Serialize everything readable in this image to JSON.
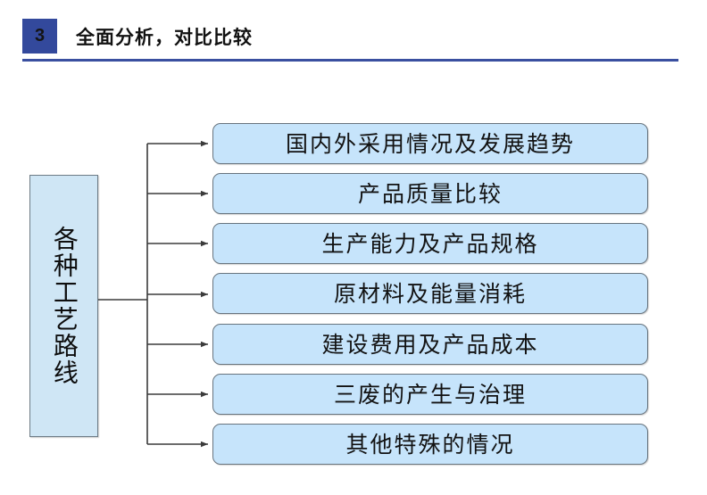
{
  "header": {
    "step_number": "3",
    "title": "全面分析，对比比较",
    "badge_color": "#33499C",
    "rule_color": "#3A4FA0"
  },
  "diagram": {
    "type": "tree-flowchart",
    "root": {
      "label": "各种工艺路线",
      "orientation": "vertical-text",
      "fill_color": "#CFE6F5",
      "border_color": "#6D7B85"
    },
    "branch_style": {
      "connector_color": "#3B3B3B",
      "arrowhead": "filled-triangle"
    },
    "leaf_fill_color": "#C6E4FB",
    "leaf_border_color": "#68747E",
    "leaves": [
      {
        "label": "国内外采用情况及发展趋势"
      },
      {
        "label": "产品质量比较"
      },
      {
        "label": "生产能力及产品规格"
      },
      {
        "label": "原材料及能量消耗"
      },
      {
        "label": "建设费用及产品成本"
      },
      {
        "label": "三废的产生与治理"
      },
      {
        "label": "其他特殊的情况"
      }
    ]
  }
}
